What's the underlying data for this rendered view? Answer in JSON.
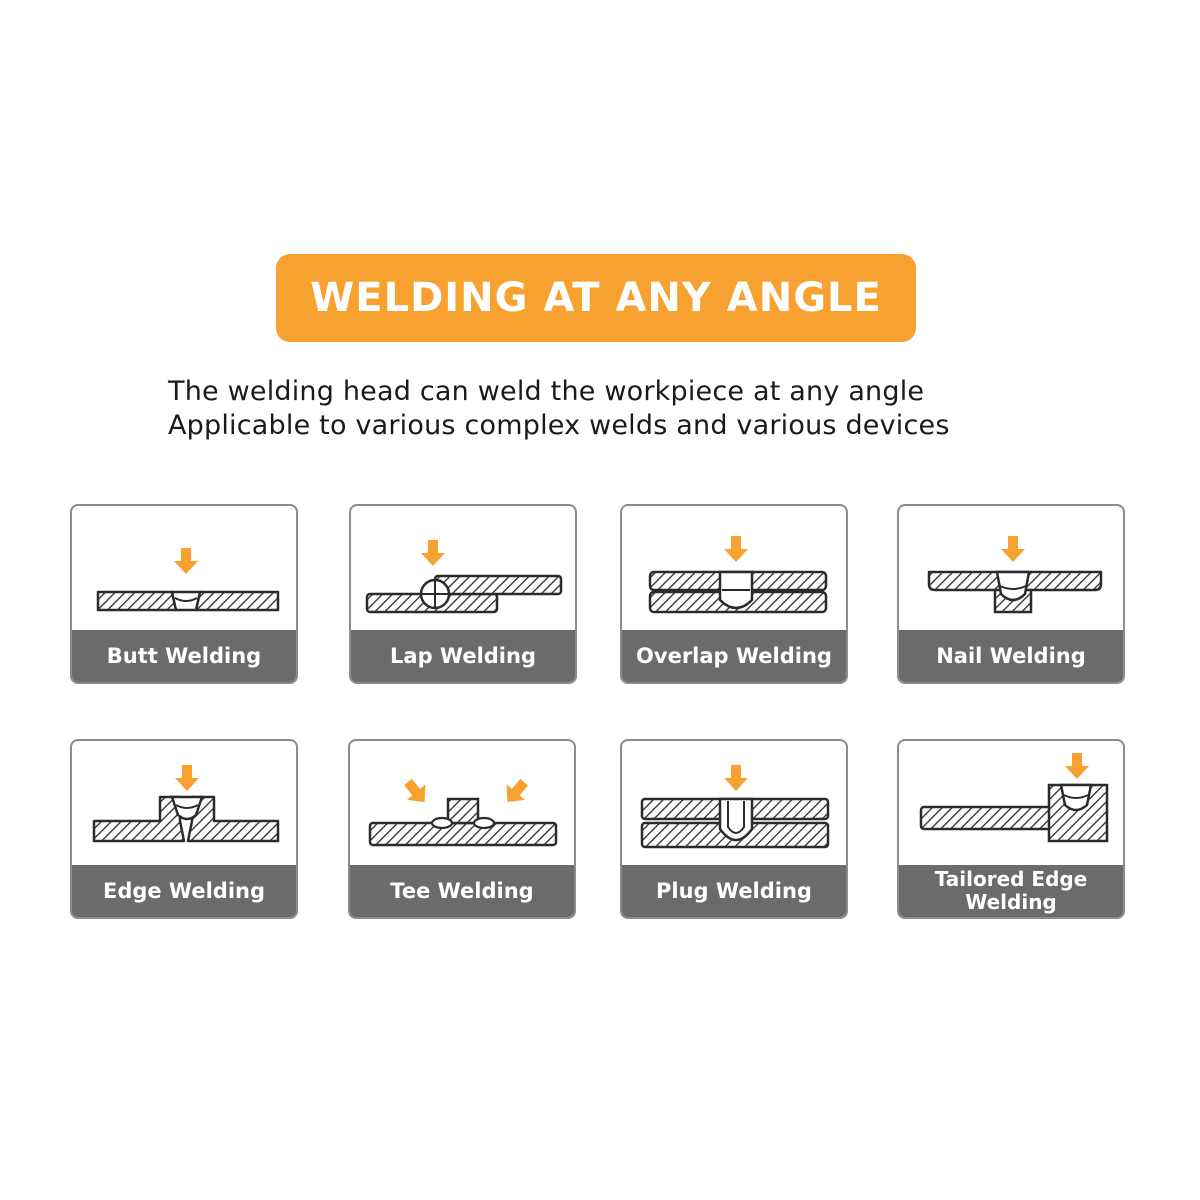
{
  "title": "WELDING AT ANY ANGLE",
  "subtitle_lines": [
    "The welding head can weld the workpiece at any angle",
    "Applicable to various complex welds and various devices"
  ],
  "colors": {
    "accent": "#F7A230",
    "label_bg": "#6b6b6b",
    "card_border": "#8c8c8c",
    "hatch": "#2b2b2b"
  },
  "weld_types": [
    {
      "label": "Butt Welding",
      "icon": "butt-weld-icon"
    },
    {
      "label": "Lap Welding",
      "icon": "lap-weld-icon"
    },
    {
      "label": "Overlap Welding",
      "icon": "overlap-weld-icon"
    },
    {
      "label": "Nail Welding",
      "icon": "nail-weld-icon"
    },
    {
      "label": "Edge Welding",
      "icon": "edge-weld-icon"
    },
    {
      "label": "Tee Welding",
      "icon": "tee-weld-icon"
    },
    {
      "label": "Plug Welding",
      "icon": "plug-weld-icon"
    },
    {
      "label": "Tailored Edge Welding",
      "icon": "tailored-edge-weld-icon"
    }
  ]
}
